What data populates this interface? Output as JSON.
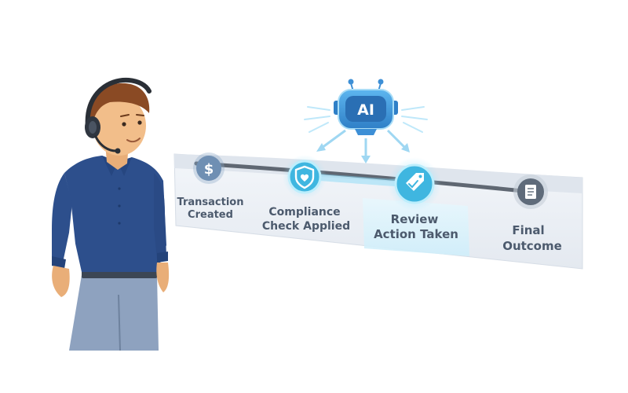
{
  "ai_badge": {
    "label": "AI"
  },
  "steps": [
    {
      "line1": "Transaction",
      "line2": "Created",
      "icon": "dollar-icon"
    },
    {
      "line1": "Compliance",
      "line2": "Check Applied",
      "icon": "shield-heart-icon"
    },
    {
      "line1": "Review",
      "line2": "Action Taken",
      "icon": "tag-check-icon"
    },
    {
      "line1": "Final",
      "line2": "Outcome",
      "icon": "document-icon"
    }
  ],
  "colors": {
    "accent": "#3fb6e0",
    "track": "#5f6772",
    "step_node": "#6f8fb3",
    "shirt": "#2d4f8c",
    "ai_head": "#3d8fd6"
  }
}
